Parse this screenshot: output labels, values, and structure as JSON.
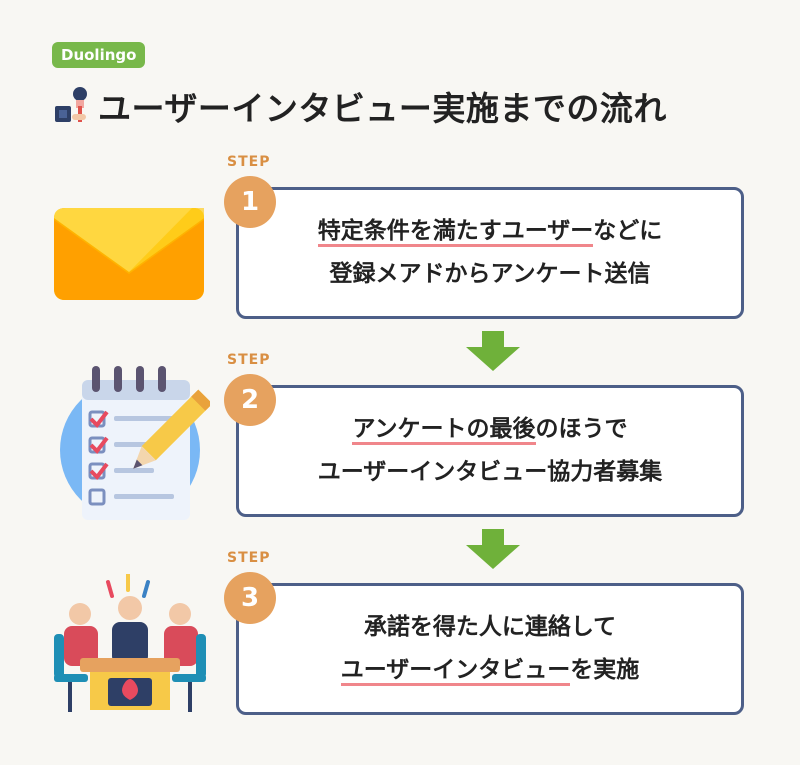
{
  "badge": "Duolingo",
  "title": "ユーザーインタビュー実施までの流れ",
  "steps": [
    {
      "label": "STEP",
      "number": "1",
      "line1_hl": "特定条件を満たすユーザー",
      "line1_rest": "などに",
      "line2": "登録メアドからアンケート送信"
    },
    {
      "label": "STEP",
      "number": "2",
      "line1_hl": "アンケートの最後",
      "line1_rest": "のほうで",
      "line2": "ユーザーインタビュー協力者募集"
    },
    {
      "label": "STEP",
      "number": "3",
      "line1": "承諾を得た人に連絡して",
      "line2_hl": "ユーザーインタビュー",
      "line2_rest": "を実施"
    }
  ],
  "colors": {
    "badge_bg": "#78b84a",
    "step_circle": "#e6a25f",
    "step_label": "#d98f43",
    "card_border": "#4d5f88",
    "highlight_underline": "#f0868b",
    "arrow": "#6fb13a"
  },
  "icons": {
    "title": "microphone-interview-icon",
    "step1": "envelope-icon",
    "step2": "checklist-pencil-icon",
    "step3": "meeting-table-icon",
    "connector": "arrow-down-icon"
  }
}
